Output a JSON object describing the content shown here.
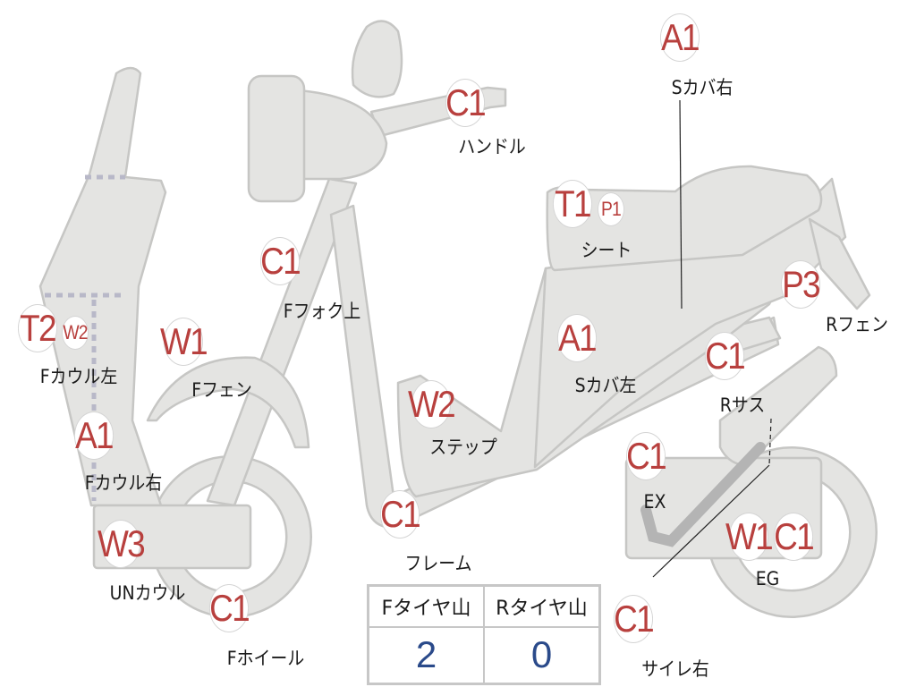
{
  "colors": {
    "part_fill": "#e4e4e2",
    "part_stroke": "#c6c6c4",
    "badge_text": "#b8403e",
    "value_text": "#2a4a8a"
  },
  "parts": [
    {
      "codes": [
        "A1"
      ],
      "label": "Sカバ右"
    },
    {
      "codes": [
        "C1"
      ],
      "label": "ハンドル"
    },
    {
      "codes": [
        "T1",
        "P1"
      ],
      "label": "シート"
    },
    {
      "codes": [
        "C1"
      ],
      "label": "Fフォク上"
    },
    {
      "codes": [
        "P3"
      ],
      "label": "Rフェン"
    },
    {
      "codes": [
        "T2",
        "W2"
      ],
      "label": "Fカウル左"
    },
    {
      "codes": [
        "W1"
      ],
      "label": "Fフェン"
    },
    {
      "codes": [
        "A1"
      ],
      "label": "Sカバ左"
    },
    {
      "codes": [
        "C1"
      ],
      "label": "Rサス"
    },
    {
      "codes": [
        "W2"
      ],
      "label": "ステップ"
    },
    {
      "codes": [
        "A1"
      ],
      "label": "Fカウル右"
    },
    {
      "codes": [
        "C1"
      ],
      "label": "EX"
    },
    {
      "codes": [
        "C1"
      ],
      "label": "フレーム"
    },
    {
      "codes": [
        "W3"
      ],
      "label": "UNカウル"
    },
    {
      "codes": [
        "W1",
        "C1"
      ],
      "label": "EG"
    },
    {
      "codes": [
        "C1"
      ],
      "label": "Fホイール"
    },
    {
      "codes": [
        "C1"
      ],
      "label": "サイレ右"
    }
  ],
  "tyre_table": {
    "headers": [
      "Fタイヤ山",
      "Rタイヤ山"
    ],
    "values": [
      "2",
      "0"
    ]
  }
}
